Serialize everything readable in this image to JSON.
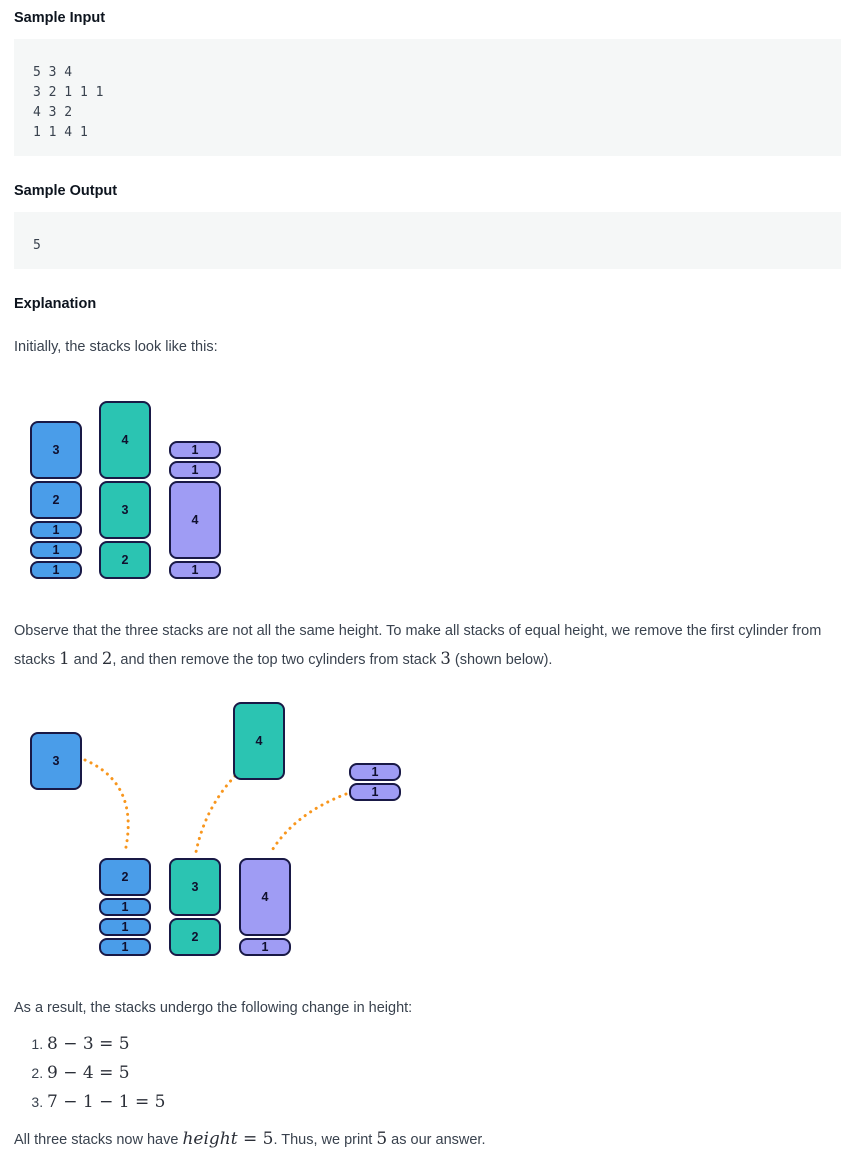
{
  "sections": {
    "sample_input": {
      "heading": "Sample Input",
      "lines": [
        "5 3 4",
        "3 2 1 1 1",
        "4 3 2",
        "1 1 4 1"
      ]
    },
    "sample_output": {
      "heading": "Sample Output",
      "lines": [
        "5"
      ]
    },
    "explanation": {
      "heading": "Explanation",
      "intro": "Initially, the stacks look like this:"
    }
  },
  "observe": {
    "t1": "Observe that the three stacks are not all the same height. To make all stacks of equal height, we remove the first cylinder from stacks ",
    "n1": "1",
    "t2": " and ",
    "n2": "2",
    "t3": ", and then remove the top two cylinders from stack ",
    "n3": "3",
    "t4": " (shown below)."
  },
  "result_intro": "As a result, the stacks undergo the following change in height:",
  "equations": [
    "8 − 3 = 5",
    "9 − 4 = 5",
    "7 − 1 − 1 = 5"
  ],
  "final": {
    "t1": "All three stacks now have ",
    "math_var": "height",
    "math_eq": " = 5",
    "t2": ". Thus, we print ",
    "n1": "5",
    "t3": " as our answer."
  },
  "colors": {
    "blue": "#4a9de9",
    "teal": "#2bc4b2",
    "purple": "#9f9cf4",
    "outline": "#191946",
    "dotted_line": "#f8961d",
    "code_background": "#f5f7f7"
  },
  "diagram_initial": {
    "stacks": [
      {
        "color": "blue",
        "cylinders": [
          3,
          2,
          1,
          1,
          1
        ]
      },
      {
        "color": "teal",
        "cylinders": [
          4,
          3,
          2
        ]
      },
      {
        "color": "purple",
        "cylinders": [
          1,
          1,
          4,
          1
        ]
      }
    ]
  },
  "diagram_after": {
    "removed": [
      {
        "color": "blue",
        "cylinders": [
          3
        ]
      },
      {
        "color": "teal",
        "cylinders": [
          4
        ]
      },
      {
        "color": "purple",
        "cylinders": [
          1,
          1
        ]
      }
    ],
    "remaining": [
      {
        "color": "blue",
        "cylinders": [
          2,
          1,
          1,
          1
        ]
      },
      {
        "color": "teal",
        "cylinders": [
          3,
          2
        ]
      },
      {
        "color": "purple",
        "cylinders": [
          4,
          1
        ]
      }
    ]
  }
}
